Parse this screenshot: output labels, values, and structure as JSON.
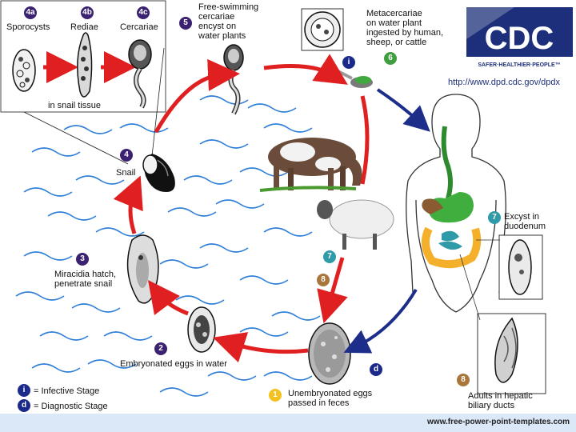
{
  "labels": {
    "sporocysts": "Sporocysts",
    "rediae": "Rediae",
    "cercariae": "Cercariae",
    "in_snail_tissue": "in snail tissue",
    "free_swimming": "Free-swimming\ncercariae\nencyst on\nwater plants",
    "metacercariae": "Metacercariae\non water plant\ningested by human,\nsheep, or cattle",
    "snail": "Snail",
    "miracidia": "Miracidia hatch,\npenetrate snail",
    "embryonated": "Embryonated eggs in water",
    "unembryonated": "Unembryonated eggs\npassed in feces",
    "excyst": "Excyst in\nduodenum",
    "adults": "Adults in hepatic\nbiliary ducts",
    "infective_stage": "= Infective Stage",
    "diagnostic_stage": "= Diagnostic Stage"
  },
  "markers": {
    "m4a": "4a",
    "m4b": "4b",
    "m4c": "4c",
    "m5": "5",
    "m6": "6",
    "m4": "4",
    "m3": "3",
    "m2": "2",
    "m1": "1",
    "m7a": "7",
    "m7b": "7",
    "m8a": "8",
    "m8b": "8",
    "inf_i": "i",
    "diag_d": "d",
    "leg_i": "i",
    "leg_d": "d"
  },
  "cdc": {
    "logo_text": "CDC",
    "tagline": "SAFER·HEALTHIER·PEOPLE™",
    "url": "http://www.dpd.cdc.gov/dpdx"
  },
  "footer": {
    "url": "www.free-power-point-templates.com"
  },
  "colors": {
    "infective_path": "#e02020",
    "diagnostic_path": "#1c2d8a",
    "cdc_blue": "#1d2f7a",
    "water": "#2f7fd8",
    "footer_band": "#dbe8f7"
  }
}
